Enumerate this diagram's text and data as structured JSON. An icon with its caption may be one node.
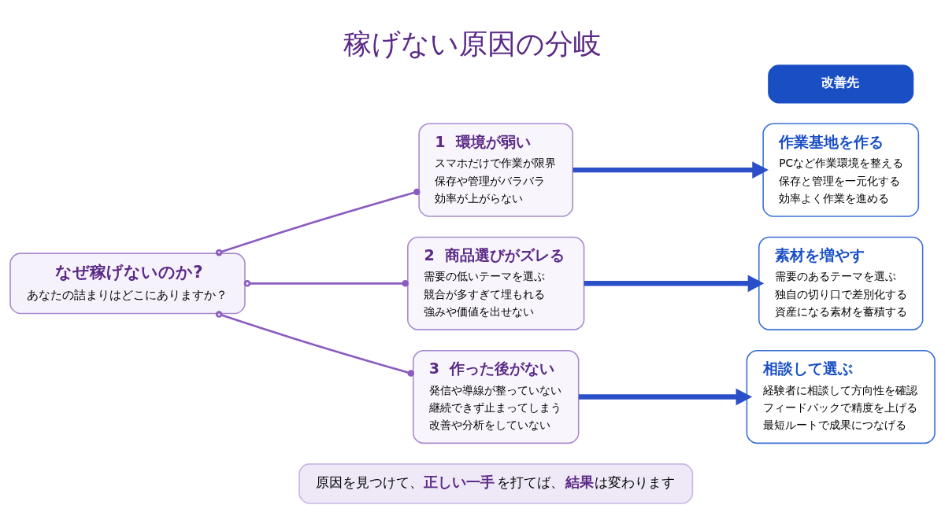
{
  "diagram": {
    "title": "稼げない原因の分岐",
    "nodes": [
      {
        "text": [
          "なぜ稼げないのか?",
          "あなたの詰まりはどこにありますか？"
        ]
      },
      {
        "text": [
          "1",
          "環境が弱い",
          "スマホだけで作業が限界",
          "保存や管理がバラバラ",
          "効率が上がらない"
        ]
      },
      {
        "text": [
          "2",
          "商品選びがズレる",
          "需要の低いテーマを選ぶ",
          "競合が多すぎて埋もれる",
          "強みや価値を出せない"
        ]
      },
      {
        "text": [
          "3",
          "作った後がない",
          "発信や導線が整っていない",
          "継続できず止まってしまう",
          "改善や分析をしていない"
        ]
      },
      {
        "text": [
          "改善先"
        ]
      },
      {
        "text": [
          "作業基地を作る",
          "PCなど作業環境を整える",
          "保存と管理を一元化する",
          "効率よく作業を進める"
        ]
      },
      {
        "text": [
          "素材を増やす",
          "需要のあるテーマを選ぶ",
          "独自の切り口で差別化する",
          "資産になる素材を蓄積する"
        ]
      },
      {
        "text": [
          "相談して選ぶ",
          "経験者に相談して方向性を確認",
          "フィードバックで精度を上げる",
          "最短ルートで成果につなげる"
        ]
      },
      {
        "text": [
          "原因を見つけて、**正しい一手**を打てば、**結果**は変わります"
        ]
      }
    ],
    "edges": [
      {
        "from": 0,
        "to": 1,
        "arrow": "other"
      },
      {
        "from": 0,
        "to": 2,
        "arrow": "other"
      },
      {
        "from": 0,
        "to": 3,
        "arrow": "other"
      },
      {
        "from": 1,
        "to": 5,
        "arrow": "to",
        "style": "thick",
        "color": "#2a4fc8"
      },
      {
        "from": 2,
        "to": 6,
        "arrow": "to",
        "style": "thick",
        "color": "#2a4fc8"
      },
      {
        "from": 3,
        "to": 7,
        "arrow": "to",
        "style": "thick",
        "color": "#2a4fc8"
      }
    ]
  }
}
